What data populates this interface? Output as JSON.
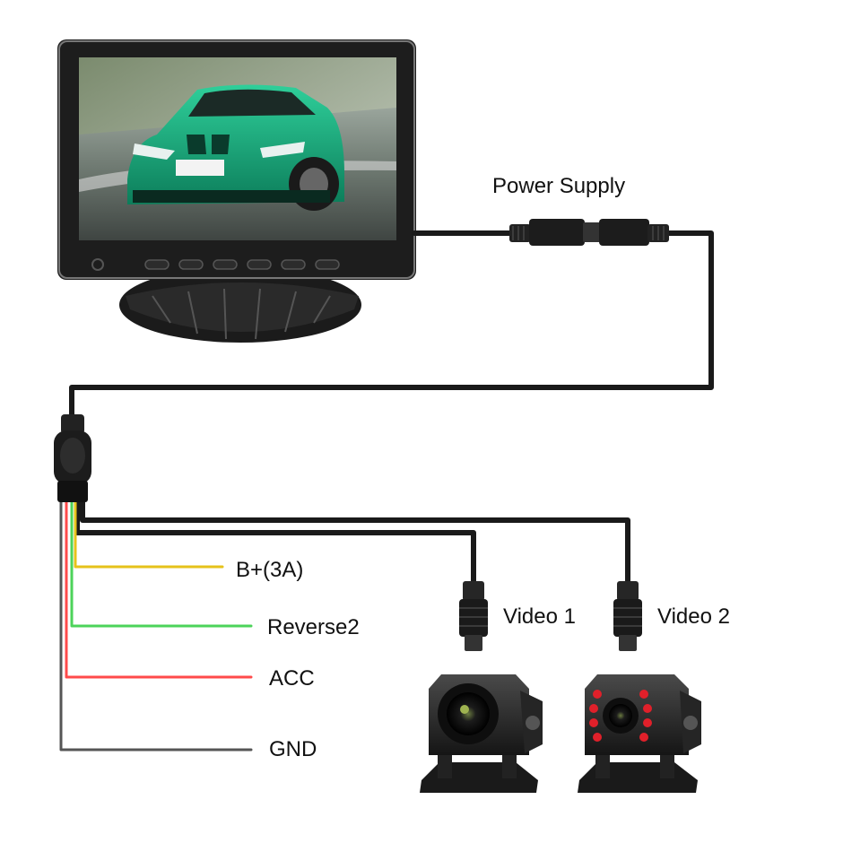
{
  "labels": {
    "power_supply": "Power Supply",
    "b_plus": "B+(3A)",
    "reverse2": "Reverse2",
    "acc": "ACC",
    "gnd": "GND",
    "video1": "Video 1",
    "video2": "Video 2"
  },
  "colors": {
    "cable": "#1a1a1a",
    "wire_yellow": "#e6c21a",
    "wire_green": "#4cd35a",
    "wire_red": "#ff4a4a",
    "wire_gray": "#555555",
    "screen_car": "#17a67a",
    "ir_led": "#e0202a"
  },
  "icons": {
    "monitor": "monitor-icon",
    "camera1": "camera-icon",
    "camera2": "ir-camera-icon",
    "connector": "connector-icon"
  }
}
